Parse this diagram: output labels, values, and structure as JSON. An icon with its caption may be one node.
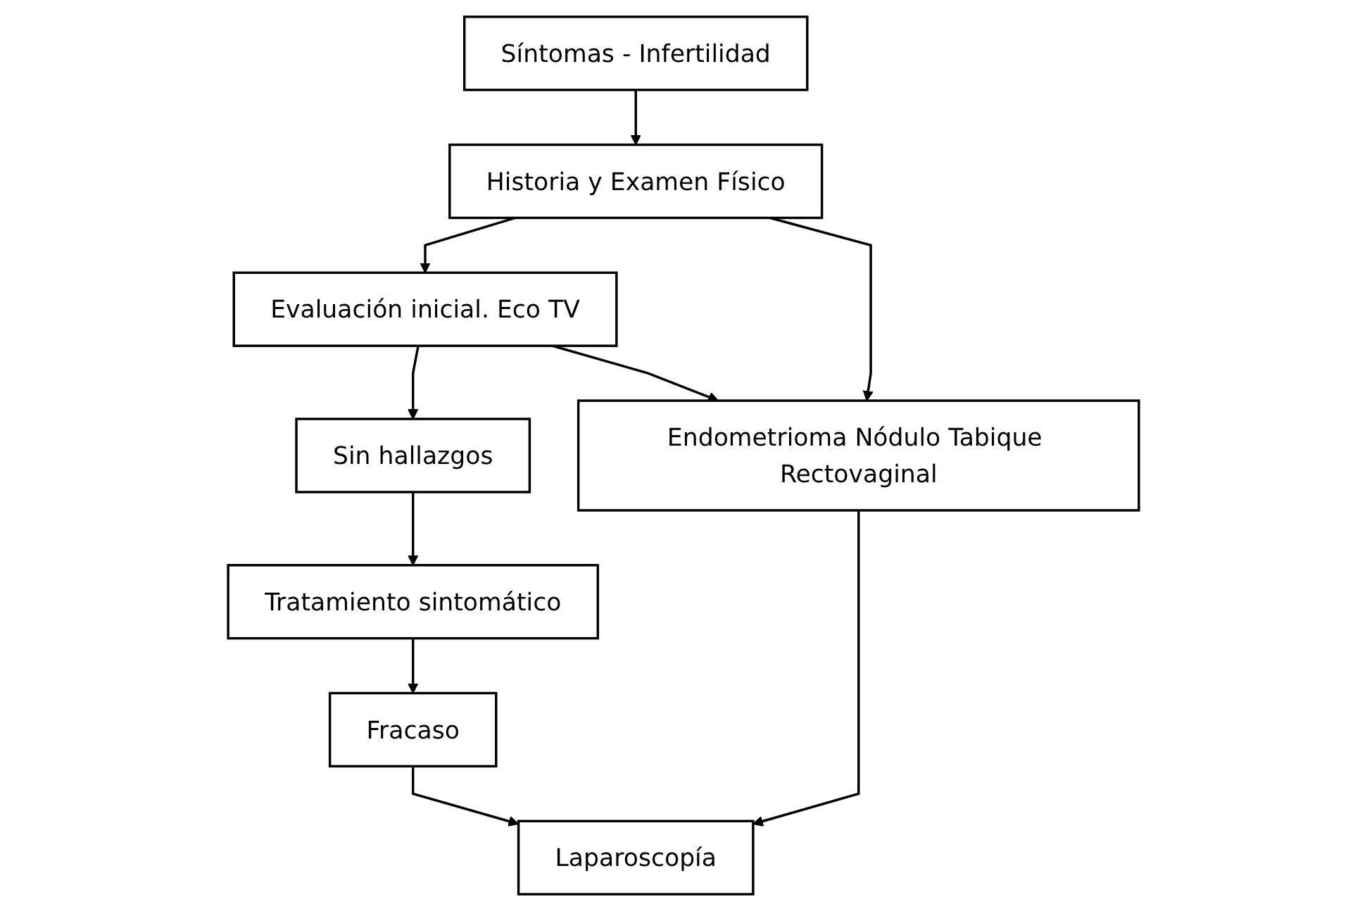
{
  "diagram": {
    "nodes": [
      {
        "text": [
          "Síntomas - Infertilidad"
        ]
      },
      {
        "text": [
          "Historia y Examen Físico"
        ]
      },
      {
        "text": [
          "Evaluación inicial. Eco TV"
        ]
      },
      {
        "text": [
          "Sin hallazgos"
        ]
      },
      {
        "text": [
          "Endometrioma Nódulo Tabique Rectovaginal"
        ]
      },
      {
        "text": [
          "Tratamiento sintomático"
        ]
      },
      {
        "text": [
          "Fracaso"
        ]
      },
      {
        "text": [
          "Laparoscopía"
        ]
      }
    ],
    "edges": [
      {
        "from": 0,
        "to": 1,
        "arrow": "to"
      },
      {
        "from": 1,
        "to": 2,
        "arrow": "to"
      },
      {
        "from": 2,
        "to": 3,
        "arrow": "to"
      },
      {
        "from": 2,
        "to": 4,
        "arrow": "to"
      },
      {
        "from": 1,
        "to": 4,
        "arrow": "to"
      },
      {
        "from": 3,
        "to": 5,
        "arrow": "to"
      },
      {
        "from": 5,
        "to": 6,
        "arrow": "to"
      },
      {
        "from": 6,
        "to": 7,
        "arrow": "to"
      },
      {
        "from": 4,
        "to": 7,
        "arrow": "to"
      }
    ]
  }
}
